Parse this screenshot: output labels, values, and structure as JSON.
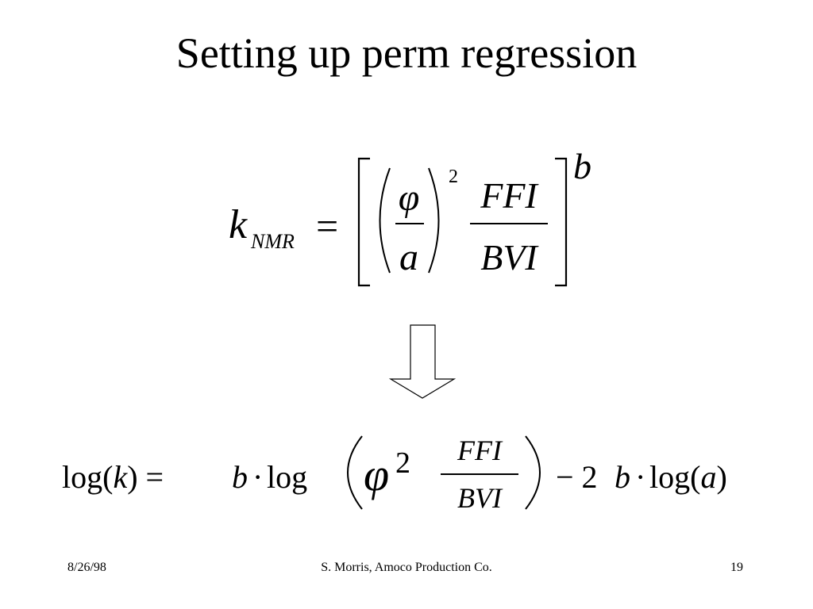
{
  "slide": {
    "title": "Setting up perm regression",
    "equation1": {
      "lhs_var": "k",
      "lhs_sub": "NMR",
      "equals": "=",
      "phi": "φ",
      "a": "a",
      "square": "2",
      "ffi": "FFI",
      "bvi": "BVI",
      "exponent": "b"
    },
    "equation2": {
      "log_k_a": "log(",
      "k": "k",
      "log_k_b": ") =",
      "b": "b",
      "dot": "·",
      "log": "log",
      "phi": "φ",
      "square": "2",
      "ffi": "FFI",
      "bvi": "BVI",
      "minus_2": "− 2",
      "log_a_a": "log(",
      "a": "a",
      "log_a_b": ")"
    },
    "footer": {
      "date": "8/26/98",
      "author": "S. Morris, Amoco Production Co.",
      "page": "19"
    }
  }
}
